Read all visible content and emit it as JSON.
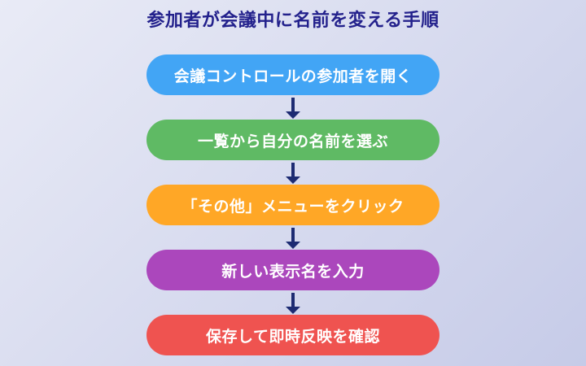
{
  "title": "参加者が会議中に名前を変える手順",
  "colors": {
    "title": "#23218c",
    "arrow": "#1d2b72",
    "background_top": "#e9ebf6",
    "background_bottom": "#c6cbe8",
    "step_text": "#ffffff"
  },
  "steps": [
    {
      "label": "会議コントロールの参加者を開く",
      "color": "#42a5f5"
    },
    {
      "label": "一覧から自分の名前を選ぶ",
      "color": "#5fba64"
    },
    {
      "label": "「その他」メニューをクリック",
      "color": "#ffa726"
    },
    {
      "label": "新しい表示名を入力",
      "color": "#ab47bc"
    },
    {
      "label": "保存して即時反映を確認",
      "color": "#ef5350"
    }
  ]
}
